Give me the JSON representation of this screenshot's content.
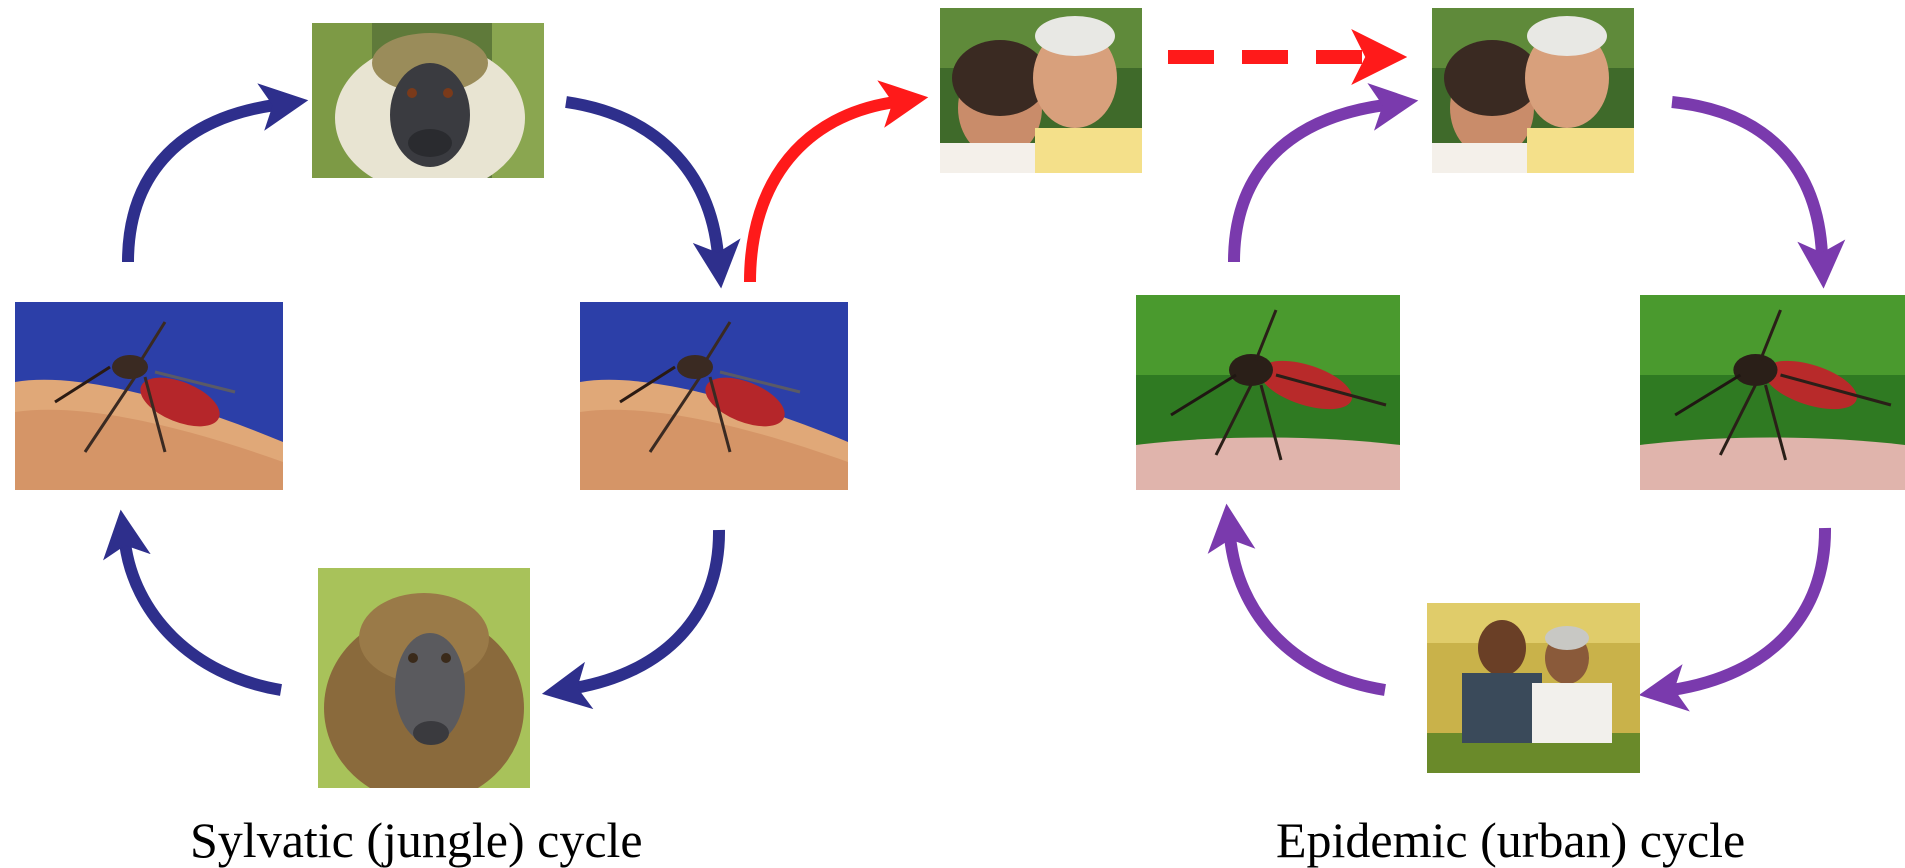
{
  "labels": {
    "sylvatic": "Sylvatic (jungle) cycle",
    "epidemic": "Epidemic (urban) cycle"
  },
  "colors": {
    "sylvatic_arrows": "#2e2f8c",
    "transmission_arrow": "#ff1a1a",
    "epidemic_arrows": "#7a3aad"
  },
  "nodes": {
    "sylvatic": [
      "monkey-photo",
      "mosquito-photo",
      "baboon-photo",
      "mosquito-photo"
    ],
    "epidemic": [
      "human-couple-photo",
      "aedes-mosquito-photo",
      "human-pair-photo",
      "aedes-mosquito-photo"
    ]
  }
}
